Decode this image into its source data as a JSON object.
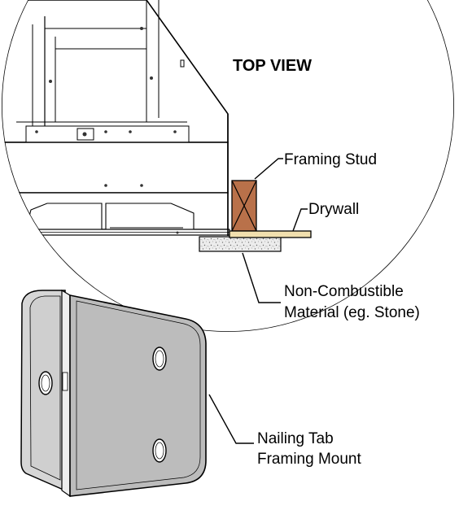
{
  "view_title": "TOP VIEW",
  "callouts": {
    "framing_stud": "Framing Stud",
    "drywall": "Drywall",
    "non_combustible_line1": "Non-Combustible",
    "non_combustible_line2": "Material (eg. Stone)",
    "nailing_tab_line1": "Nailing Tab",
    "nailing_tab_line2": "Framing Mount"
  },
  "colors": {
    "stud": "#b9714a",
    "drywall": "#f1dfae",
    "stone": "#e6e6e6",
    "metal_light": "#d6d6d6",
    "metal_face": "#bcbcbc",
    "line": "#000000"
  }
}
